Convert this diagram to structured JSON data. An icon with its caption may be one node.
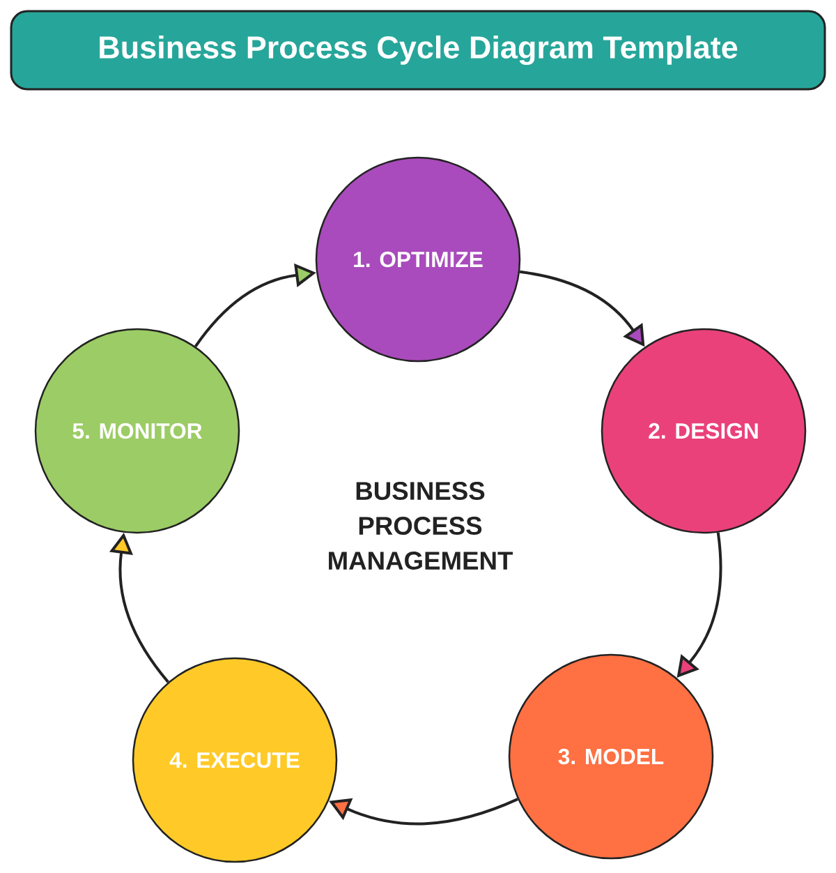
{
  "diagram": {
    "title": "Business Process Cycle Diagram Template",
    "nodes": [
      {
        "text": [
          "1. OPTIMIZE"
        ]
      },
      {
        "text": [
          "2. DESIGN"
        ]
      },
      {
        "text": [
          "3. MODEL"
        ]
      },
      {
        "text": [
          "4. EXECUTE"
        ]
      },
      {
        "text": [
          "5. MONITOR"
        ]
      }
    ],
    "edges": [
      {
        "from": 0,
        "to": 1,
        "arrow": "to"
      },
      {
        "from": 1,
        "to": 2,
        "arrow": "to"
      },
      {
        "from": 2,
        "to": 3,
        "arrow": "to"
      },
      {
        "from": 3,
        "to": 4,
        "arrow": "to"
      },
      {
        "from": 4,
        "to": 0,
        "arrow": "to"
      }
    ],
    "labels": [
      "BUSINESS PROCESS MANAGEMENT"
    ]
  }
}
